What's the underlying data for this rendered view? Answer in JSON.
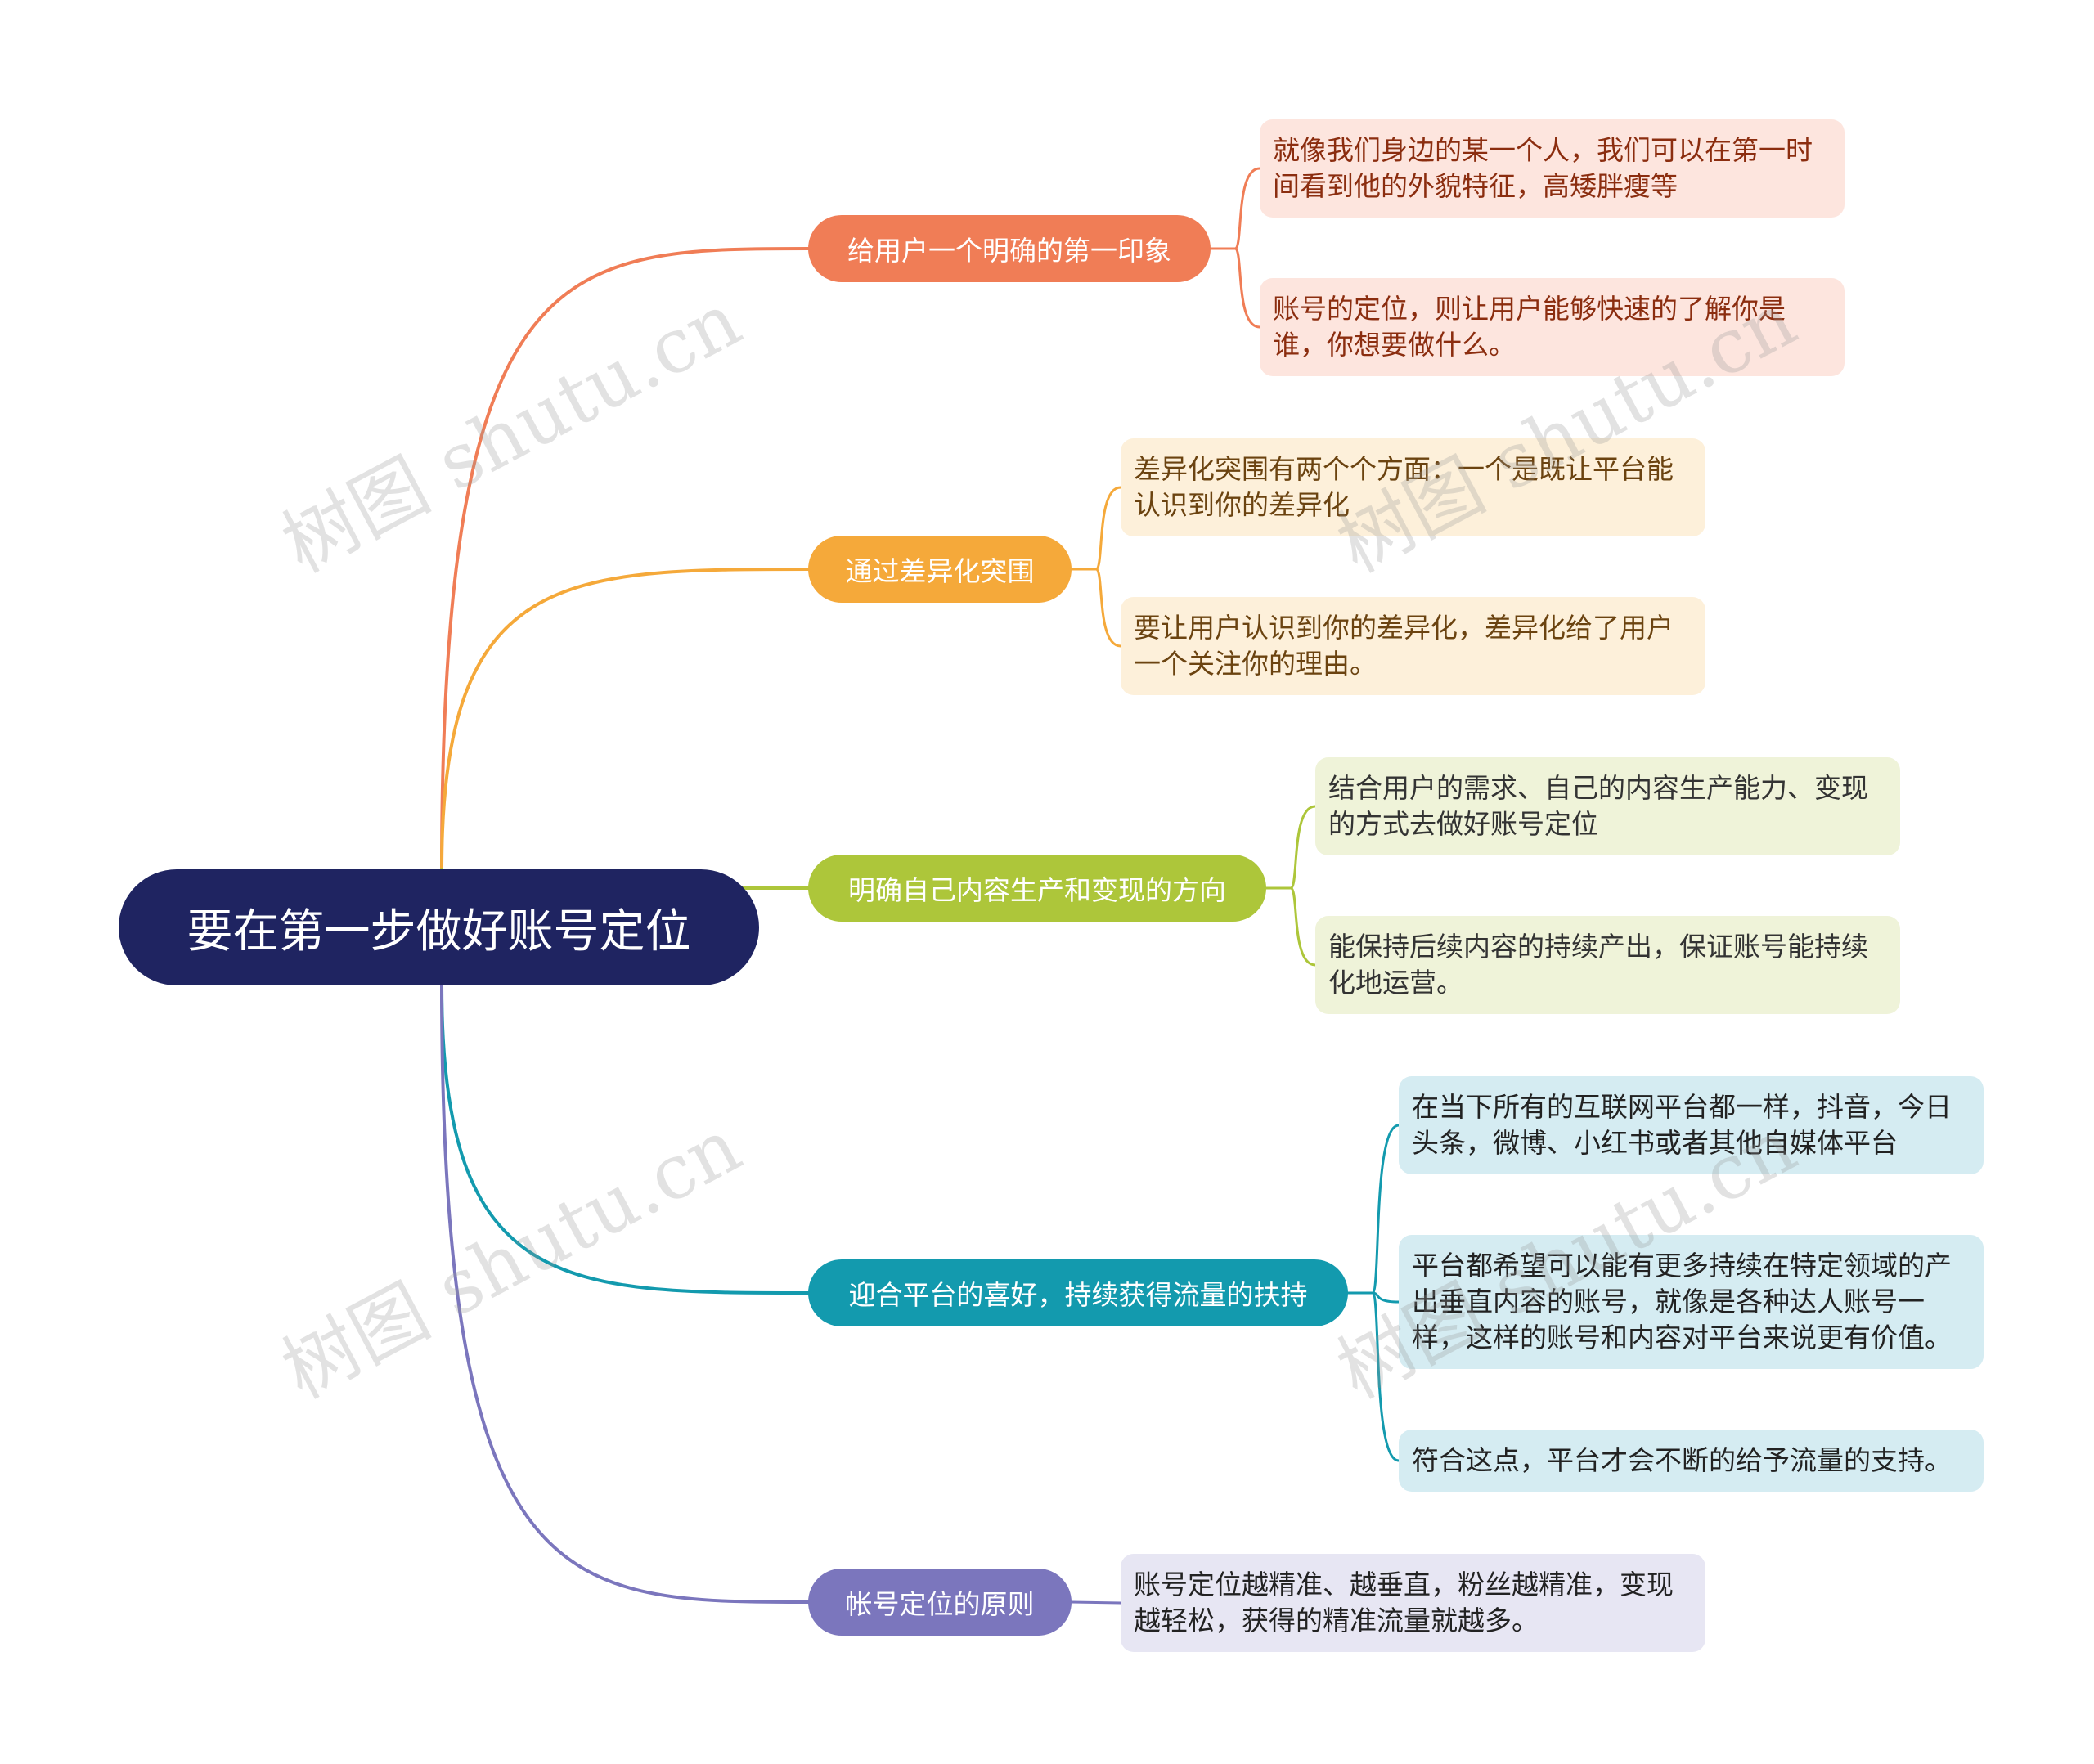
{
  "root": {
    "label": "要在第一步做好账号定位",
    "color": "#1f2461"
  },
  "branches": [
    {
      "label": "给用户一个明确的第一印象",
      "color": "#f07d56",
      "leaf_bg": "#fde5de",
      "leaf_text_color": "#8b2d0f",
      "leaves": [
        "就像我们身边的某一个人，我们可以在第一时间看到他的外貌特征，高矮胖瘦等",
        "账号的定位，则让用户能够快速的了解你是谁，你想要做什么。"
      ]
    },
    {
      "label": "通过差异化突围",
      "color": "#f5a93a",
      "leaf_bg": "#fdf0da",
      "leaf_text_color": "#6b4310",
      "leaves": [
        "差异化突围有两个个方面：一个是既让平台能认识到你的差异化",
        "要让用户认识到你的差异化，差异化给了用户一个关注你的理由。"
      ]
    },
    {
      "label": "明确自己内容生产和变现的方向",
      "color": "#adc63a",
      "leaf_bg": "#eff3d9",
      "leaf_text_color": "#333333",
      "leaves": [
        "结合用户的需求、自己的内容生产能力、变现的方式去做好账号定位",
        "能保持后续内容的持续产出，保证账号能持续化地运营。"
      ]
    },
    {
      "label": "迎合平台的喜好，持续获得流量的扶持",
      "color": "#139aae",
      "leaf_bg": "#d5ecf2",
      "leaf_text_color": "#222222",
      "leaves": [
        "在当下所有的互联网平台都一样，抖音，今日头条，微博、小红书或者其他自媒体平台",
        "平台都希望可以能有更多持续在特定领域的产出垂直内容的账号，就像是各种达人账号一样，这样的账号和内容对平台来说更有价值。",
        "符合这点，平台才会不断的给予流量的支持。"
      ]
    },
    {
      "label": "帐号定位的原则",
      "color": "#7b76bd",
      "leaf_bg": "#e7e6f3",
      "leaf_text_color": "#222222",
      "leaves": [
        "账号定位越精准、越垂直，粉丝越精准，变现越轻松，获得的精准流量就越多。"
      ]
    }
  ],
  "watermark": "树图 shutu.cn"
}
